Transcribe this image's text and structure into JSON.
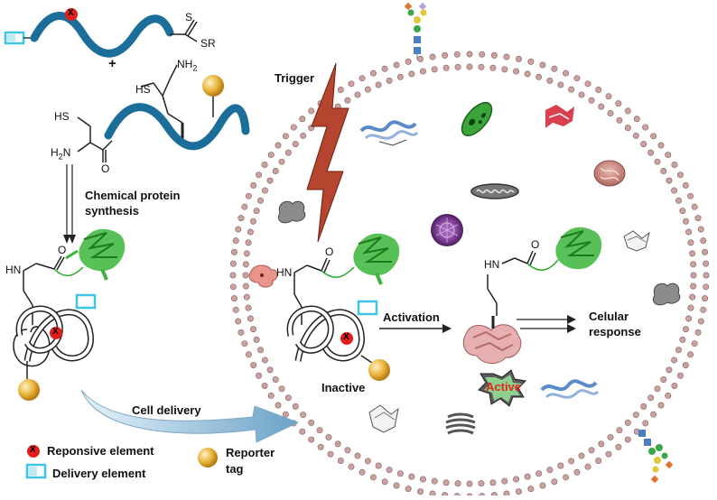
{
  "labels": {
    "plus": "+",
    "chemical_synthesis_line1": "Chemical protein",
    "chemical_synthesis_line2": "synthesis",
    "trigger": "Trigger",
    "activation": "Activation",
    "celular_response_line1": "Celular",
    "celular_response_line2": "response",
    "inactive": "Inactive",
    "active": "Active",
    "cell_delivery": "Cell delivery"
  },
  "chem": {
    "thioester_s": "S",
    "thioester_sr": "SR",
    "hs_top": "HS",
    "nh2_top": "NH",
    "nh2_top_sub": "2",
    "hs_left": "HS",
    "h2n": "H",
    "h2n_sub": "2",
    "h2n_n": "N",
    "carbonyl_o": "O",
    "amide_hn": "HN",
    "amide_o": "O",
    "marker_x": "X"
  },
  "legend": {
    "responsive": "Reponsive element",
    "delivery": "Delivery element",
    "reporter_line1": "Reporter",
    "reporter_line2": "tag"
  },
  "colors": {
    "protein_ribbon": "#1b6e9a",
    "responsive_red": "#e21d1d",
    "delivery_cyan": "#3fc6e6",
    "reporter_gold": "#e0a126",
    "membrane_head": "#c9a2a0",
    "trigger_bolt": "#b5452e",
    "active_red": "#e3261c",
    "protein_green": "#3ab53a"
  }
}
